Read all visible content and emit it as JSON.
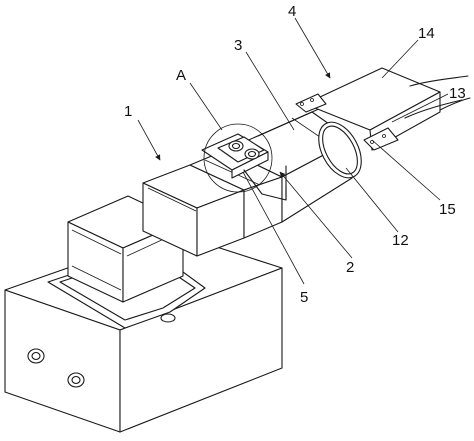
{
  "labels": {
    "l1": "1",
    "l2": "2",
    "l3": "3",
    "l4": "4",
    "l5": "5",
    "lA": "A",
    "l12": "12",
    "l13": "13",
    "l14": "14",
    "l15": "15"
  },
  "colors": {
    "stroke": "#1a1a1a",
    "background": "#ffffff"
  }
}
